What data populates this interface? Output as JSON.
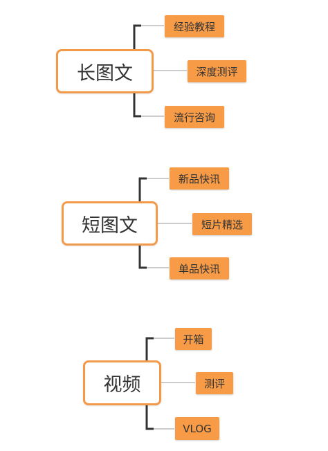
{
  "colors": {
    "accent": "#f2994a",
    "child_fill": "#f79b47",
    "bracket": "#333333",
    "connector": "#999999"
  },
  "groups": [
    {
      "root": "长图文",
      "children": [
        "经验教程",
        "深度测评",
        "流行咨询"
      ]
    },
    {
      "root": "短图文",
      "children": [
        "新品快讯",
        "短片精选",
        "单品快讯"
      ]
    },
    {
      "root": "视频",
      "children": [
        "开箱",
        "测评",
        "VLOG"
      ]
    }
  ]
}
